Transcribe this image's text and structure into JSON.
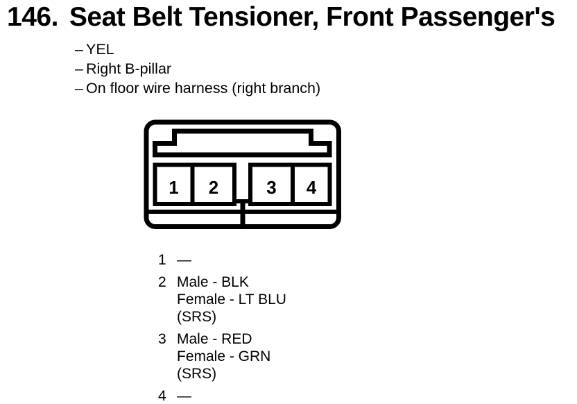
{
  "page": {
    "background": "#ffffff",
    "ink": "#000000"
  },
  "title": {
    "number": "146.",
    "text": "Seat Belt Tensioner, Front Passenger's"
  },
  "details": {
    "bullet": "–",
    "items": [
      "YEL",
      "Right B-pillar",
      "On floor wire harness (right branch)"
    ]
  },
  "connector": {
    "pins": [
      {
        "label": "1"
      },
      {
        "label": "2"
      },
      {
        "label": "3"
      },
      {
        "label": "4"
      }
    ]
  },
  "pinout": {
    "entries": [
      {
        "pin": "1",
        "lines": [
          "—"
        ]
      },
      {
        "pin": "2",
        "lines": [
          "Male - BLK",
          "Female - LT BLU",
          "(SRS)"
        ]
      },
      {
        "pin": "3",
        "lines": [
          "Male - RED",
          "Female - GRN",
          "(SRS)"
        ]
      },
      {
        "pin": "4",
        "lines": [
          "—"
        ]
      }
    ]
  }
}
